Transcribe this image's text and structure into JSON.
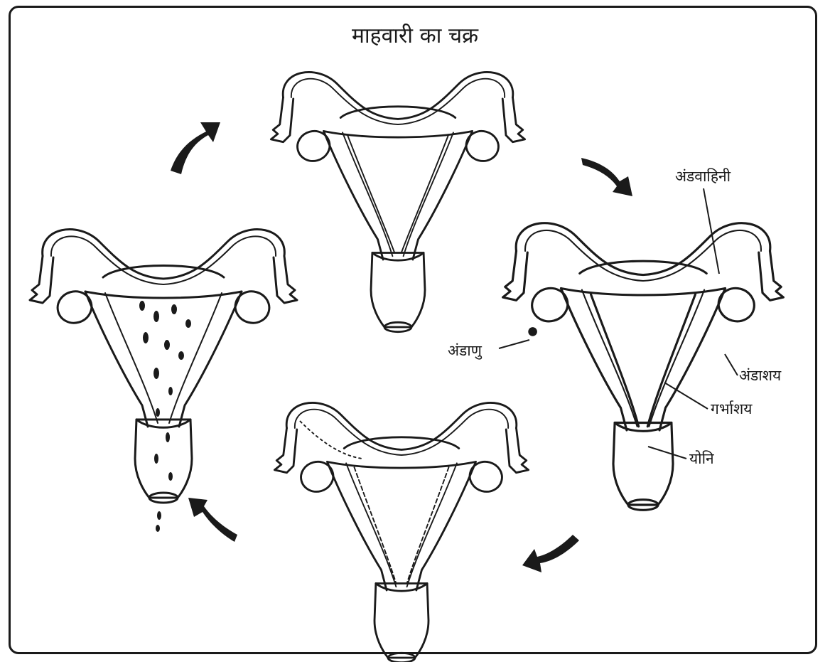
{
  "diagram": {
    "title": "माहवारी का चक्र",
    "labels": {
      "fallopian_tube": "अंडवाहिनी",
      "ovum": "अंडाणु",
      "ovary": "अंडाशय",
      "uterus": "गर्भाशय",
      "vagina": "योनि"
    },
    "stages": [
      {
        "name": "uterus-top"
      },
      {
        "name": "uterus-right-labeled"
      },
      {
        "name": "uterus-bottom"
      },
      {
        "name": "uterus-left-menstruation"
      }
    ],
    "arrows": [
      "top-right",
      "bottom-right",
      "bottom-left",
      "top-left"
    ],
    "colors": {
      "ink": "#1a1a1a",
      "background": "#ffffff"
    }
  }
}
